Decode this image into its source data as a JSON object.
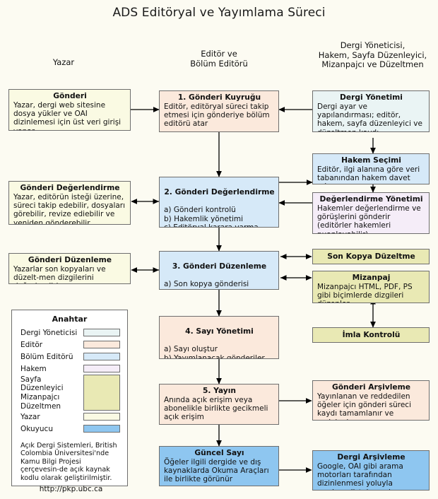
{
  "title": "ADS Editöryal ve Yayımlama Süreci",
  "column_headers": [
    {
      "name": "author",
      "text": "Yazar"
    },
    {
      "name": "editor",
      "text": "Editör ve\nBölüm Editörü"
    },
    {
      "name": "staff",
      "text": "Dergi Yöneticisi,\nHakem, Sayfa Düzenleyici,\nMizanpajcı ve Düzeltmen"
    }
  ],
  "boxes": {
    "submission": {
      "title": "Gönderi",
      "body": "Yazar, dergi web sitesine dosya yükler ve OAI dizinlemesi için üst veri girişi yapar",
      "color": "#fafae3"
    },
    "submission_review": {
      "title": "Gönderi Değerlendirme",
      "body": "Yazar, editörün isteği üzerine, süreci takip edebilir, dosyaları görebilir, revize ediebilir ve yeniden gönderebilir",
      "color": "#fafae3"
    },
    "submission_editing": {
      "title": "Gönderi Düzenleme",
      "body": "Yazarlar son kopyaları ve düzelt-men dizgilerini değerlendirir",
      "color": "#fafae3"
    },
    "step1": {
      "title": "1. Gönderi Kuyruğu",
      "body": "Editör, editöryal süreci takip etmesi için gönderiye bölüm editörü atar",
      "color": "#fbe9dc"
    },
    "step2": {
      "title": "2. Gönderi Değerlendirme",
      "body": "a) Gönderi kontrolü\nb) Hakemlik yönetimi\nc) Editöryal karara varma",
      "color": "#d6e9f8"
    },
    "step3": {
      "title": "3. Gönderi Düzenleme",
      "body": "a) Son kopya gönderisi\nb) Mizanpaj ve biçimli dizgiler\nc) Düzeltmen dizgileri",
      "color": "#d6e9f8"
    },
    "step4": {
      "title": "4. Sayı Yönetimi",
      "body": "a) Sayı oluştur\nb) Yayımlanacak gönderiler\nc) İçindekiler sayfası düzenleme",
      "color": "#fbe9dc"
    },
    "step5": {
      "title": "5. Yayın",
      "body": "Anında açık erişim veya abonelikle birlikte gecikmeli açık erişim",
      "color": "#fbe9dc"
    },
    "current_issue": {
      "title": "Güncel Sayı",
      "body": "Öğeler  ilgili dergide ve dış kaynaklarda  Okuma Araçları ile birlikte  görünür",
      "color": "#8ec6f0"
    },
    "journal_management": {
      "title": "Dergi Yönetimi",
      "body": "Dergi ayar ve yapılandırması; editör, hakem, sayfa düzenleyici ve düzeltmen kaydı",
      "color": "#eaf4f4"
    },
    "reviewer_selection": {
      "title": "Hakem Seçimi",
      "body": "Editör, ilgi alanına göre veri tabanından hakem davet eder",
      "color": "#d6e9f8"
    },
    "review_management": {
      "title": "Değerlendirme Yönetimi",
      "body": "Hakemler değerlendirme ve görüşlerini gönderir (editörler hakemleri puanlayabilir)",
      "color": "#f5edf8"
    },
    "final_copyedit": {
      "title": "Son Kopya Düzeltme",
      "body": "",
      "color": "#e9e9b4"
    },
    "layout": {
      "title": "Mizanpaj",
      "body": "Mizanpajcı HTML, PDF, PS gibi biçimlerde dizgileri düzenler",
      "color": "#e9e9b4"
    },
    "proofreading": {
      "title": "İmla Kontrolü",
      "body": "",
      "color": "#e9e9b4"
    },
    "submission_archive": {
      "title": "Gönderi Arşivleme",
      "body": "Yayınlanan ve reddedilen öğeler için gönderi süreci kaydı tamamlanır ve arşivlenir",
      "color": "#fbe9dc"
    },
    "journal_archive": {
      "title": "Dergi Arşivleme",
      "body": "Google, OAI gibi arama motorları tarafından  dizinlenmesi yoluyla sayıların listelemesi",
      "color": "#8ec6f0"
    }
  },
  "legend": {
    "title": "Anahtar",
    "rows": [
      {
        "label": "Dergi Yöneticisi",
        "color": "#eaf4f4"
      },
      {
        "label": "Editör",
        "color": "#fbe9dc"
      },
      {
        "label": "Bölüm Editörü",
        "color": "#d6e9f8"
      },
      {
        "label": "Hakem",
        "color": "#f5edf8"
      }
    ],
    "group": {
      "labels": [
        "Sayfa Düzenleyici",
        "Mizanpajcı",
        "Düzeltmen"
      ],
      "color": "#e9e9b4"
    },
    "rows2": [
      {
        "label": "Yazar",
        "color": "#fafae3"
      },
      {
        "label": "Okuyucu",
        "color": "#8ec6f0"
      }
    ],
    "note": "Açık Dergi Sistemleri, British Colombia Üniversitesi'nde Kamu Bilgi Projesi çerçevesin-de açık kaynak kodlu olarak geliştirilmiştir.",
    "url": "http://pkp.ubc.ca"
  }
}
